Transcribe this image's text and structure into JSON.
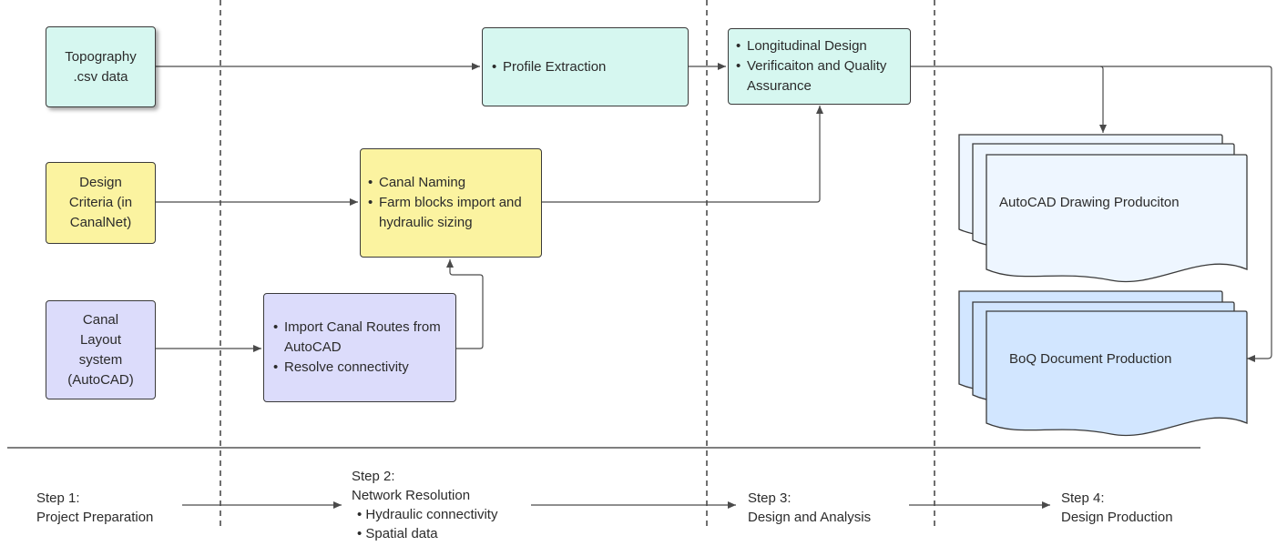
{
  "colors": {
    "inputs_teal": "#d6f7f0",
    "inputs_yellow": "#fbf3a0",
    "inputs_purple": "#dcdcfb",
    "doc_light": "#eef6ff",
    "doc_blue": "#d2e6ff",
    "line": "#4a4a4a"
  },
  "inputs": {
    "topography": [
      "Topography",
      ".csv data"
    ],
    "design_criteria": [
      "Design",
      "Criteria (in",
      "CanalNet)"
    ],
    "canal_layout": [
      "Canal",
      "Layout",
      "system",
      "(AutoCAD)"
    ]
  },
  "process": {
    "profile_extraction": [
      "Profile Extraction"
    ],
    "canal_naming": [
      "Canal Naming",
      "Farm blocks import and hydraulic sizing"
    ],
    "import_routes": [
      "Import Canal Routes from AutoCAD",
      "Resolve connectivity"
    ],
    "longitudinal": [
      "Longitudinal Design",
      "Verificaiton and Quality Assurance"
    ]
  },
  "outputs": {
    "autocad_drawing": "AutoCAD Drawing Produciton",
    "boq_document": "BoQ Document Production"
  },
  "steps": {
    "step1": {
      "title": "Step 1:",
      "name": "Project Preparation"
    },
    "step2": {
      "title": "Step 2:",
      "name": "Network Resolution",
      "items": [
        "Hydraulic connectivity",
        "Spatial data"
      ]
    },
    "step3": {
      "title": "Step 3:",
      "name": "Design and Analysis"
    },
    "step4": {
      "title": "Step 4:",
      "name": "Design Production"
    }
  }
}
